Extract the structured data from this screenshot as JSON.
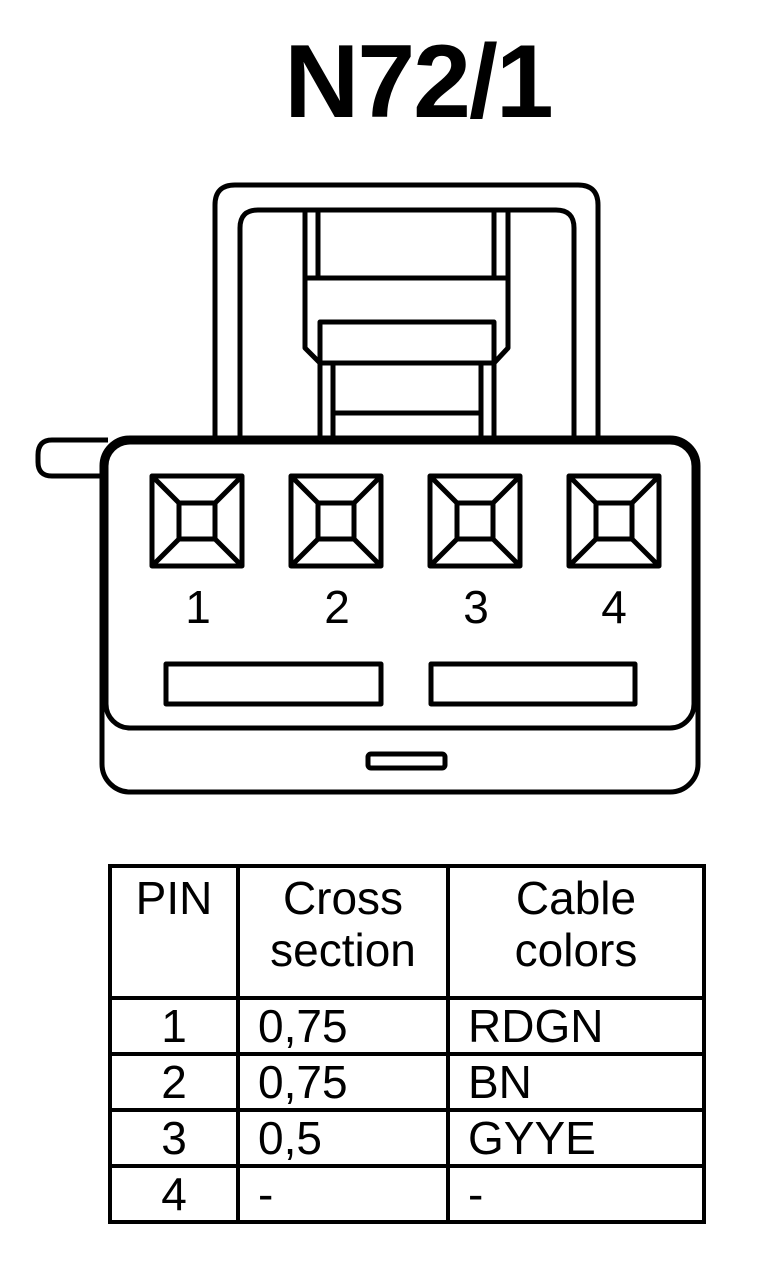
{
  "title": "N72/1",
  "connector": {
    "pin_labels": [
      "1",
      "2",
      "3",
      "4"
    ]
  },
  "table": {
    "headers": {
      "pin": "PIN",
      "cross_line1": "Cross",
      "cross_line2": "section",
      "color_line1": "Cable",
      "color_line2": "colors"
    },
    "rows": [
      {
        "pin": "1",
        "cross_section": "0,75",
        "color": "RDGN"
      },
      {
        "pin": "2",
        "cross_section": "0,75",
        "color": "BN"
      },
      {
        "pin": "3",
        "cross_section": "0,5",
        "color": "GYYE"
      },
      {
        "pin": "4",
        "cross_section": "-",
        "color": "-"
      }
    ]
  }
}
